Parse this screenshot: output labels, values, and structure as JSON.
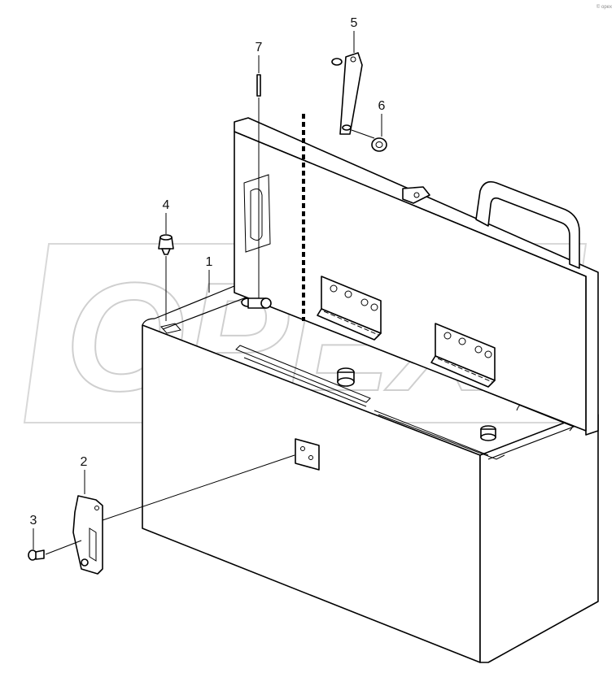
{
  "callouts": [
    {
      "id": "1",
      "label": "1"
    },
    {
      "id": "2",
      "label": "2"
    },
    {
      "id": "3",
      "label": "3"
    },
    {
      "id": "4",
      "label": "4"
    },
    {
      "id": "5",
      "label": "5"
    },
    {
      "id": "6",
      "label": "6"
    },
    {
      "id": "7",
      "label": "7"
    }
  ],
  "watermark": {
    "text": "OPEX"
  },
  "corner_mark": "© opex"
}
